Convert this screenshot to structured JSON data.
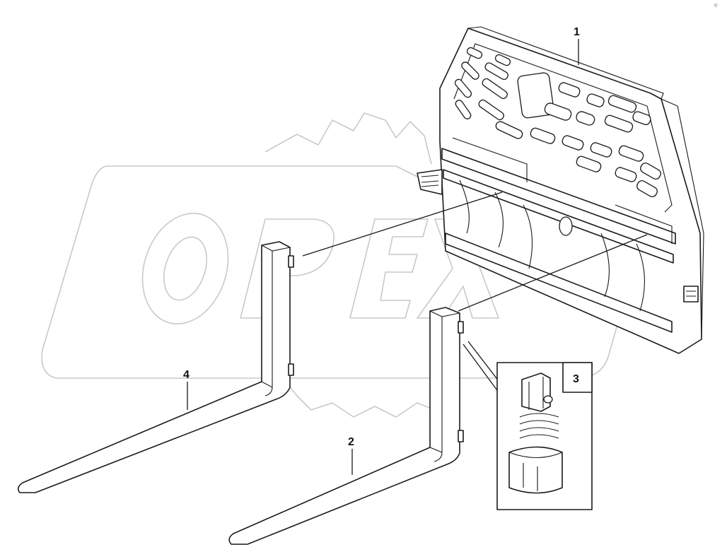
{
  "diagram": {
    "watermark_text": "OPEX",
    "corner_mark": "©",
    "callouts": [
      {
        "id": "1",
        "part": "fork-frame"
      },
      {
        "id": "2",
        "part": "right-fork"
      },
      {
        "id": "3",
        "part": "fork-lock-pin-detail"
      },
      {
        "id": "4",
        "part": "left-fork"
      }
    ]
  }
}
